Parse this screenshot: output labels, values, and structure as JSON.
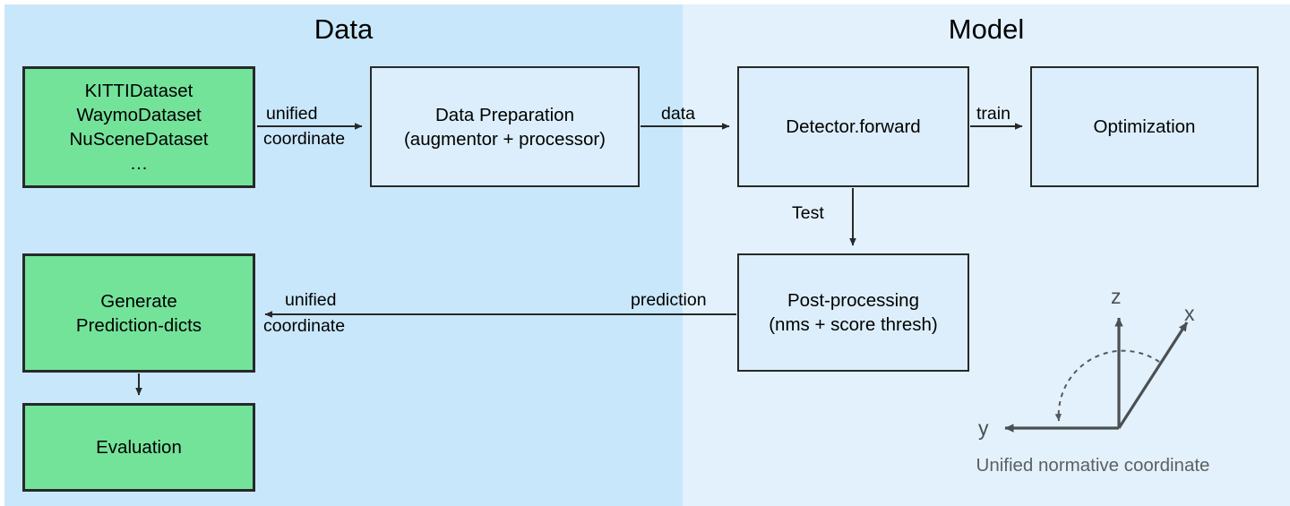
{
  "regions": {
    "data": {
      "title": "Data",
      "color": "#c9e7fa"
    },
    "model": {
      "title": "Model",
      "color": "#e2f1fb"
    }
  },
  "palette": {
    "green_fill": "#74e39a",
    "blue_fill": "#dceefb",
    "stroke": "#26292b",
    "axis_gray": "#4a4f52",
    "caption_gray": "#5c6063"
  },
  "nodes": {
    "datasets": {
      "lines": [
        "KITTIDataset",
        "WaymoDataset",
        "NuSceneDataset",
        "…"
      ],
      "style": "green"
    },
    "data_preparation": {
      "lines": [
        "Data Preparation",
        "(augmentor + processor)"
      ],
      "style": "blue"
    },
    "detector_forward": {
      "lines": [
        "Detector.forward"
      ],
      "style": "blue"
    },
    "optimization": {
      "lines": [
        "Optimization"
      ],
      "style": "blue"
    },
    "post_processing": {
      "lines": [
        "Post-processing",
        "(nms + score thresh)"
      ],
      "style": "blue"
    },
    "generate_prediction_dicts": {
      "lines": [
        "Generate",
        "Prediction-dicts"
      ],
      "style": "green"
    },
    "evaluation": {
      "lines": [
        "Evaluation"
      ],
      "style": "green"
    }
  },
  "edges": {
    "datasets_to_dataprep": {
      "line1": "unified",
      "line2": "coordinate"
    },
    "dataprep_to_detector": {
      "line1": "data"
    },
    "detector_to_optimization": {
      "line1": "train"
    },
    "detector_to_postproc": {
      "line1": "Test"
    },
    "postproc_to_generate": {
      "line1": "prediction"
    },
    "postproc_to_generate_2": {
      "line1": "unified",
      "line2": "coordinate"
    }
  },
  "coordinate_system": {
    "axis_x": "x",
    "axis_y": "y",
    "axis_z": "z",
    "caption": "Unified normative coordinate"
  }
}
